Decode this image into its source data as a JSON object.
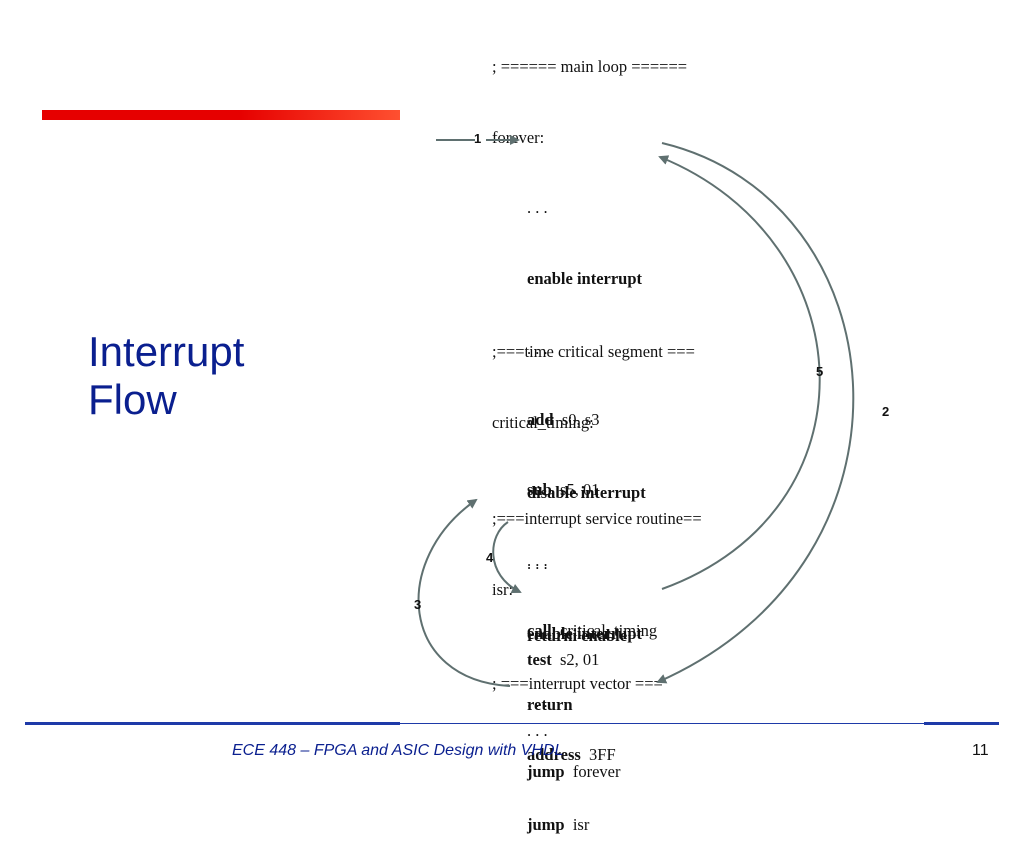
{
  "slide": {
    "title_line1": "Interrupt",
    "title_line2": "Flow",
    "footer": "ECE 448 – FPGA and ASIC Design with VHDL",
    "page_number": "11"
  },
  "code": {
    "main_comment": "; ====== main loop ======",
    "forever_label": "forever:",
    "dots1": ". . .",
    "enable_kw": "enable interrupt",
    "dots2": ". . .",
    "add_kw": "add",
    "add_args": "s0, s3",
    "sub_kw": "sub",
    "sub_args": "s5, 01",
    "dots3": ". . .",
    "call_kw": "call",
    "call_args": "critical_timing",
    "dots4": ". . .",
    "jump_kw": "jump",
    "jump_args": "forever",
    "crit_comment": ";===time critical segment ===",
    "crit_label": "critical_timing:",
    "disable_kw": "disable interrupt",
    "dots5": ". . .",
    "enable2_kw": "enable interrupt",
    "return_kw": "return",
    "isr_comment": ";===interrupt service routine==",
    "isr_label": "isr:",
    "test_kw": "test",
    "test_args": "s2, 01",
    "dots6": ". . .",
    "returni_kw": "returni enable",
    "vec_comment": "; ===interrupt vector ===",
    "address_kw": "address",
    "address_args": "3FF",
    "jump2_kw": "jump",
    "jump2_args": "isr"
  },
  "arrows": {
    "label_1": "1",
    "label_2": "2",
    "label_3": "3",
    "label_4": "4",
    "label_5": "5",
    "color": "#5f7070"
  }
}
